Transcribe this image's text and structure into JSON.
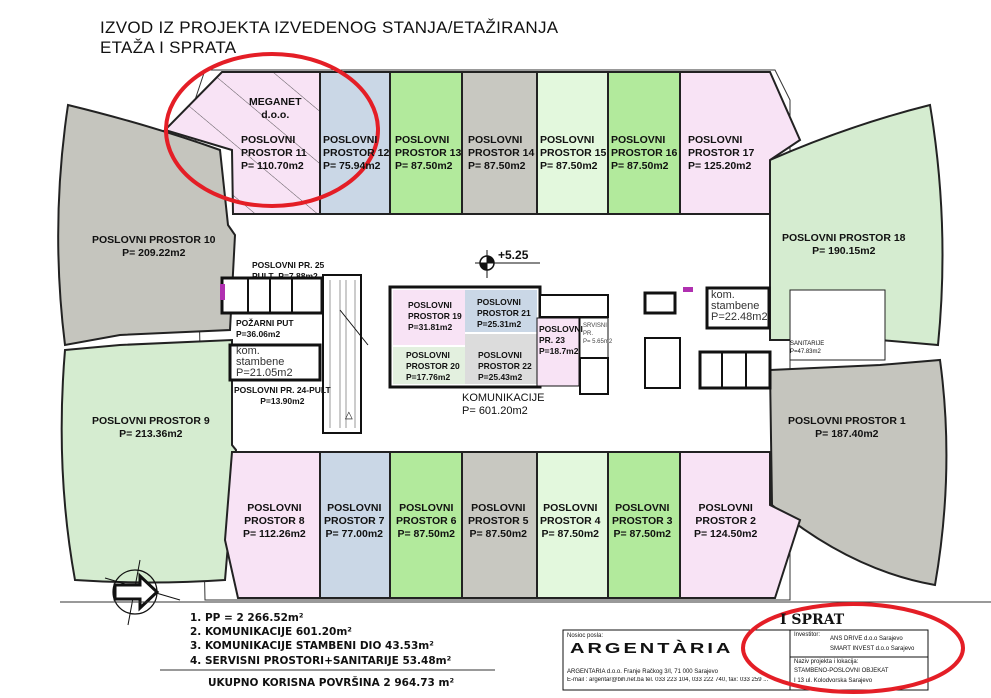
{
  "title": {
    "line1": "IZVOD IZ PROJEKTA IZVEDENOG STANJA/ETAŽIRANJA",
    "line2": "ETAŽA  I SPRATA"
  },
  "colors": {
    "pink": "#f8e3f5",
    "blue": "#cad7e6",
    "green": "#b2ea9c",
    "gray": "#c8c8c1",
    "lightgreen": "#e3f8dd",
    "wing_green": "#d5ecd0",
    "annotation_red": "#e41e26"
  },
  "elevation": "+5.25",
  "rooms": {
    "r11": {
      "tenant1": "MEGANET",
      "tenant2": "d.o.o.",
      "l1": "POSLOVNI",
      "l2": "PROSTOR 11",
      "area": "P= 110.70m2"
    },
    "r12": {
      "l1": "POSLOVNI",
      "l2": "PROSTOR 12",
      "area": "P= 75.94m2"
    },
    "r13": {
      "l1": "POSLOVNI",
      "l2": "PROSTOR 13",
      "area": "P= 87.50m2"
    },
    "r14": {
      "l1": "POSLOVNI",
      "l2": "PROSTOR 14",
      "area": "P= 87.50m2"
    },
    "r15": {
      "l1": "POSLOVNI",
      "l2": "PROSTOR 15",
      "area": "P= 87.50m2"
    },
    "r16": {
      "l1": "POSLOVNI",
      "l2": "PROSTOR 16",
      "area": "P= 87.50m2"
    },
    "r17": {
      "l1": "POSLOVNI",
      "l2": "PROSTOR 17",
      "area": "P= 125.20m2"
    },
    "r10": {
      "l1": "POSLOVNI PROSTOR 10",
      "area": "P= 209.22m2"
    },
    "r18": {
      "l1": "POSLOVNI PROSTOR 18",
      "area": "P= 190.15m2"
    },
    "r9": {
      "l1": "POSLOVNI PROSTOR 9",
      "area": "P= 213.36m2"
    },
    "r1": {
      "l1": "POSLOVNI PROSTOR 1",
      "area": "P= 187.40m2"
    },
    "r8": {
      "l1": "POSLOVNI",
      "l2": "PROSTOR 8",
      "area": "P= 112.26m2"
    },
    "r7": {
      "l1": "POSLOVNI",
      "l2": "PROSTOR 7",
      "area": "P= 77.00m2"
    },
    "r6": {
      "l1": "POSLOVNI",
      "l2": "PROSTOR 6",
      "area": "P= 87.50m2"
    },
    "r5": {
      "l1": "POSLOVNI",
      "l2": "PROSTOR 5",
      "area": "P= 87.50m2"
    },
    "r4": {
      "l1": "POSLOVNI",
      "l2": "PROSTOR 4",
      "area": "P= 87.50m2"
    },
    "r3": {
      "l1": "POSLOVNI",
      "l2": "PROSTOR 3",
      "area": "P= 87.50m2"
    },
    "r2": {
      "l1": "POSLOVNI",
      "l2": "PROSTOR 2",
      "area": "P= 124.50m2"
    },
    "r19": {
      "l1": "POSLOVNI",
      "l2": "PROSTOR 19",
      "area": "P=31.81m2"
    },
    "r20": {
      "l1": "POSLOVNI",
      "l2": "PROSTOR 20",
      "area": "P=17.76m2"
    },
    "r21": {
      "l1": "POSLOVNI",
      "l2": "PROSTOR 21",
      "area": "P=25.31m2"
    },
    "r22": {
      "l1": "POSLOVNI",
      "l2": "PROSTOR 22",
      "area": "P=25.43m2"
    },
    "r23": {
      "l1": "POSLOVNI",
      "l2": "PR. 23",
      "area": "P=18.7m2"
    },
    "servis": {
      "l1": "SRVISNI",
      "l2": "PR.",
      "area": "P= 5.65m2"
    },
    "r25": {
      "l1": "POSLOVNI PR. 25",
      "l2": "PULT",
      "area": "P=7.88m2"
    },
    "r24": {
      "l1": "POSLOVNI PR. 24-PULT",
      "area": "P=13.90m2"
    },
    "pozarni": {
      "l1": "POŽARNI PUT",
      "area": "P=36.06m2"
    },
    "kom_left": {
      "l1": "kom.",
      "l2": "stambene",
      "area": "P=21.05m2"
    },
    "kom_right": {
      "l1": "kom.",
      "l2": "stambene",
      "area": "P=22.48m2"
    },
    "sanitarije": {
      "l1": "SANITARIJE",
      "area": "P=47.83m2"
    },
    "komunikacije": {
      "l1": "KOMUNIKACIJE",
      "area": "P= 601.20m2"
    }
  },
  "legend": [
    "1.   PP = 2 266.52m²",
    "2.   KOMUNIKACIJE   601.20m²",
    "3.   KOMUNIKACIJE STAMBENI DIO  43.53m²",
    "4.  SERVISNI PROSTORI+SANITARIJE  53.48m²"
  ],
  "total": "UKUPNO KORISNA POVRŠINA  2 964.73 m²",
  "title_block": {
    "floor": "I SPRAT",
    "nosioc_label": "Nosioc posla:",
    "logo": "ARGENTÀRIA",
    "address": "ARGENTARIA d.o.o. Franje Račkog 3/I, 71 000 Sarajevo",
    "contact": "E-mail : argentar@bih.net.ba tel. 033 223 104, 033 222 740, fax: 033 259 ...",
    "investitor_label": "Investitor:",
    "investitor1": "ANS DRIVE d.o.o Sarajevo",
    "investitor2": "SMART INVEST d.o.o Sarajevo",
    "project_label": "Naziv projekta i lokacija:",
    "project": "STAMBENO-POSLOVNI OBJEKAT",
    "location": "I 13    ul. Kolodvorska  Sarajevo"
  }
}
